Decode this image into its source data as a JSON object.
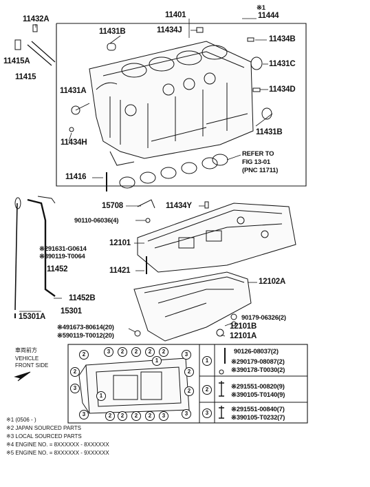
{
  "parts": {
    "p11432A": "11432A",
    "p11401": "11401",
    "p11444": "11444",
    "p11444_mark": "※1",
    "p11431B_top": "11431B",
    "p11434J": "11434J",
    "p11434B": "11434B",
    "p11415A": "11415A",
    "p11415": "11415",
    "p11431C": "11431C",
    "p11431A": "11431A",
    "p11434D": "11434D",
    "p11431B_right": "11431B",
    "p11434H": "11434H",
    "refer_line1": "REFER TO",
    "refer_line2": "FIG 13-01",
    "refer_line3": "(PNC 11711)",
    "p11416": "11416",
    "p15708": "15708",
    "p11434Y": "11434Y",
    "p90110": "90110-06036(4)",
    "p12101": "12101",
    "p91631": "※291631-G0614",
    "p90119_t0064": "※390119-T0064",
    "p11452": "11452",
    "p11421": "11421",
    "p12102A": "12102A",
    "p11452B": "11452B",
    "p15301": "15301",
    "p15301A": "15301A",
    "p90179_06326": "90179-06326(2)",
    "p12101B": "12101B",
    "p91673": "※491673-80614(20)",
    "p90119_t0012": "※590119-T0012(20)",
    "p12101A": "12101A"
  },
  "orientation": {
    "jp": "車両前方",
    "line1": "VEHICLE",
    "line2": "FRONT SIDE"
  },
  "table": {
    "row1_no": "1",
    "row1_a": "90126-08037(2)",
    "row1_b": "※290179-08087(2)",
    "row1_c": "※390178-T0030(2)",
    "row2_no": "2",
    "row2_a": "※291551-00820(9)",
    "row2_b": "※390105-T0140(9)",
    "row3_no": "3",
    "row3_a": "※291551-00840(7)",
    "row3_b": "※390105-T0232(7)"
  },
  "notes": {
    "n1": "※1 (0506 -         )",
    "n2": "※2 JAPAN SOURCED PARTS",
    "n3": "※3 LOCAL SOURCED PARTS",
    "n4": "※4 ENGINE NO. = 8XXXXXX - 8XXXXXX",
    "n5": "※5 ENGINE NO. = 8XXXXXX - 9XXXXXX"
  }
}
